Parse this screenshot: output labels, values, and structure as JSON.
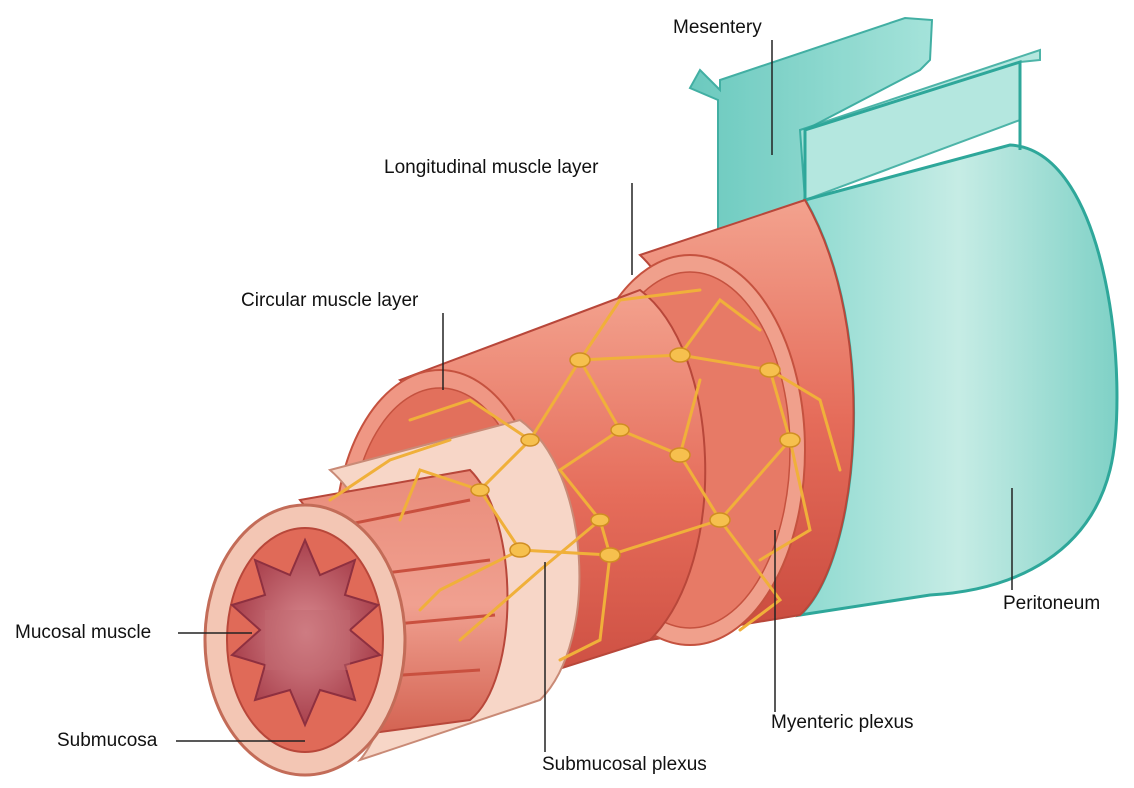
{
  "labels": {
    "mesentery": "Mesentery",
    "longitudinal_muscle": "Longitudinal muscle layer",
    "circular_muscle": "Circular muscle layer",
    "mucosal_muscle": "Mucosal muscle",
    "submucosa": "Submucosa",
    "submucosal_plexus": "Submucosal plexus",
    "myenteric_plexus": "Myenteric plexus",
    "peritoneum": "Peritoneum"
  },
  "colors": {
    "peritoneum": "#7fd3c8",
    "peritoneum_edge": "#2ea79a",
    "muscle": "#e8705e",
    "muscle_light": "#f4a08c",
    "muscle_dark": "#c2453a",
    "nerve": "#f2b43c",
    "submucosa": "#f6d2c2",
    "mucosa": "#b8505a"
  }
}
